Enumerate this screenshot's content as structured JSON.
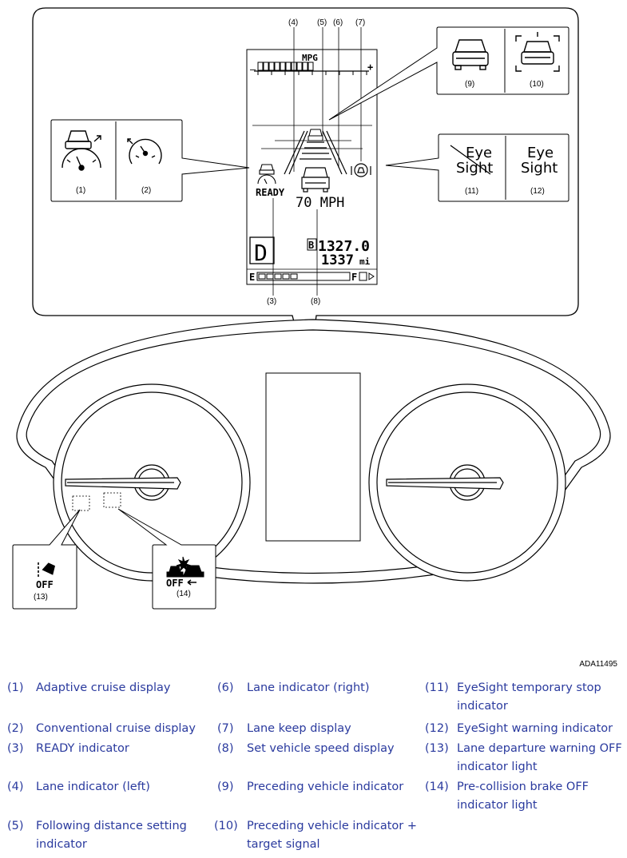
{
  "diagram": {
    "figure_id": "ADA11495",
    "callouts": {
      "c1": "(1)",
      "c2": "(2)",
      "c3": "(3)",
      "c4": "(4)",
      "c5": "(5)",
      "c6": "(6)",
      "c7": "(7)",
      "c8": "(8)",
      "c9": "(9)",
      "c10": "(10)",
      "c11": "(11)",
      "c12": "(12)",
      "c13": "(13)",
      "c14": "(14)"
    },
    "display": {
      "mpg_label": "MPG",
      "minus_sign": "–",
      "plus_sign": "+",
      "ready_label": "READY",
      "set_speed": "70 MPH",
      "gear": "D",
      "trip_label": "B",
      "trip_value": "1327.0",
      "odometer": "1337",
      "odometer_unit": "mi",
      "eco_label": "E",
      "fuel_label": "F"
    },
    "eyesight": {
      "line1": "Eye",
      "line2": "Sight"
    },
    "off_label": "OFF"
  },
  "legend": [
    {
      "num": "(1)",
      "text": "Adaptive cruise display"
    },
    {
      "num": "(2)",
      "text": "Conventional cruise display"
    },
    {
      "num": "(3)",
      "text": "READY indicator"
    },
    {
      "num": "(4)",
      "text": "Lane indicator (left)"
    },
    {
      "num": "(5)",
      "text": "Following distance setting indicator"
    },
    {
      "num": "(6)",
      "text": "Lane indicator (right)"
    },
    {
      "num": "(7)",
      "text": "Lane keep display"
    },
    {
      "num": "(8)",
      "text": "Set vehicle speed display"
    },
    {
      "num": "(9)",
      "text": "Preceding vehicle indicator"
    },
    {
      "num": "(10)",
      "text": "Preceding vehicle indicator + target signal"
    },
    {
      "num": "(11)",
      "text": "EyeSight temporary stop indicator"
    },
    {
      "num": "(12)",
      "text": "EyeSight warning indicator"
    },
    {
      "num": "(13)",
      "text": "Lane departure warning OFF indicator light"
    },
    {
      "num": "(14)",
      "text": "Pre-collision brake OFF indicator light"
    }
  ]
}
